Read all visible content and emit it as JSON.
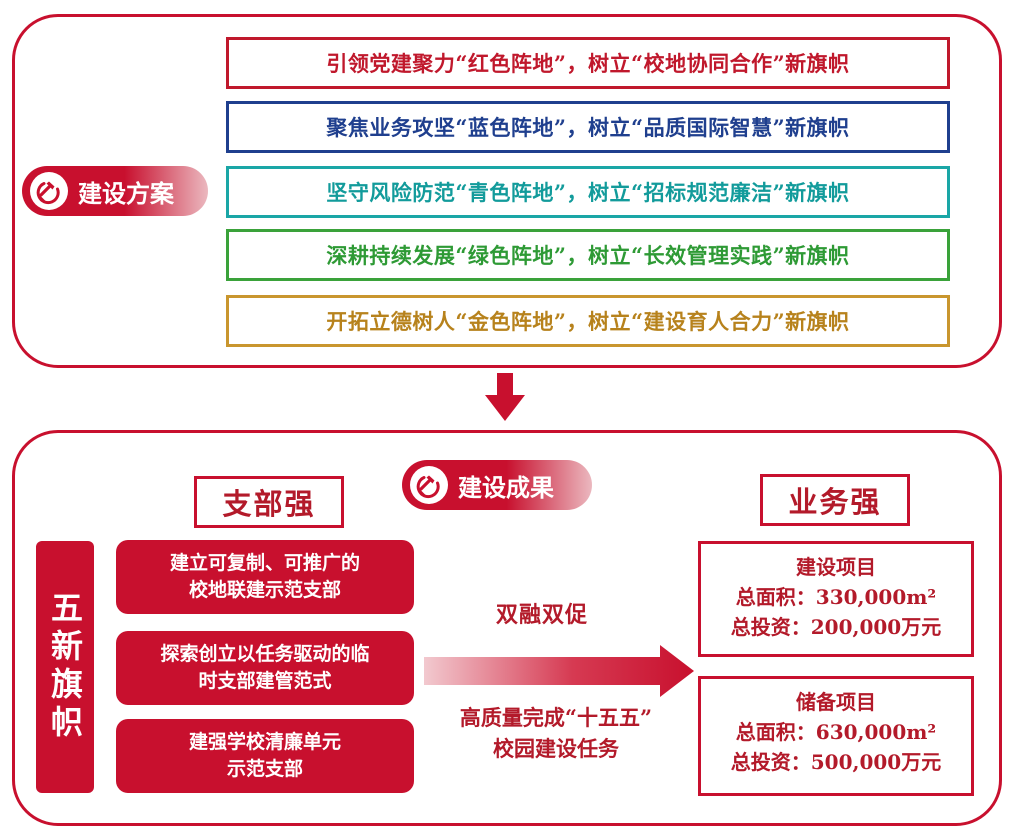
{
  "plan": {
    "label": "建设方案",
    "rows": [
      {
        "text": "引领党建聚力“红色阵地”，树立“校地协同合作”新旗帜",
        "color": "#c0182c"
      },
      {
        "text": "聚焦业务攻坚“蓝色阵地”，树立“品质国际智慧”新旗帜",
        "color": "#1f3f8e"
      },
      {
        "text": "坚守风险防范“青色阵地”，树立“招标规范廉洁”新旗帜",
        "color": "#129b9b"
      },
      {
        "text": "深耕持续发展“绿色阵地”，树立“长效管理实践”新旗帜",
        "color": "#2e9a35"
      },
      {
        "text": "开拓立德树人“金色阵地”，树立“建设育人合力”新旗帜",
        "color": "#b7821c"
      }
    ]
  },
  "result": {
    "label": "建设成果",
    "branch_title": "支部强",
    "business_title": "业务强",
    "flags_label": "五新旗帜",
    "branch_items": [
      {
        "line1": "建立可复制、可推广的",
        "line2": "校地联建示范支部"
      },
      {
        "line1": "探索创立以任务驱动的临",
        "line2": "时支部建管范式"
      },
      {
        "line1": "建强学校清廉单元",
        "line2": "示范支部"
      }
    ],
    "fusion_label": "双融双促",
    "task_line1": "高质量完成“十五五”",
    "task_line2": "校园建设任务",
    "projects": [
      {
        "name": "建设项目",
        "area": "总面积：330,000m²",
        "investment": "总投资：200,000万元"
      },
      {
        "name": "储备项目",
        "area": "总面积：630,000m²",
        "investment": "总投资：500,000万元"
      }
    ]
  },
  "colors": {
    "primary_red": "#c8102e",
    "text_red": "#b31a2a"
  },
  "icons": [
    "party-emblem-icon",
    "down-arrow-icon",
    "right-arrow-icon"
  ]
}
